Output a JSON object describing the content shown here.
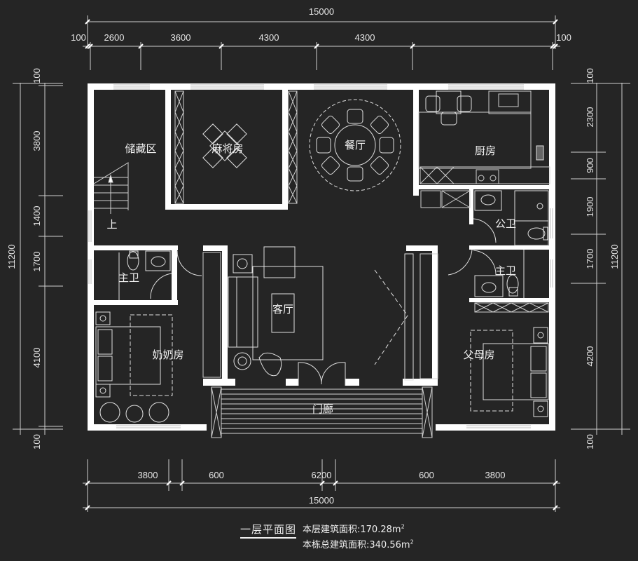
{
  "plan": {
    "title": "一层平面图",
    "floor_area_label": "本层建筑面积:",
    "floor_area_value": "170.28",
    "total_area_label": "本栋总建筑面积:",
    "total_area_value": "340.56",
    "area_unit": "m",
    "area_unit_sup": "2"
  },
  "dimensions": {
    "top_total": "15000",
    "top_segments": [
      "100",
      "2600",
      "3600",
      "4300",
      "4300",
      "100"
    ],
    "bottom_segments": [
      "3800",
      "600",
      "6200",
      "600",
      "3800"
    ],
    "bottom_total": "15000",
    "left_total": "11200",
    "left_segments": [
      "100",
      "3800",
      "1400",
      "1700",
      "4100",
      "100"
    ],
    "right_total": "11200",
    "right_segments": [
      "100",
      "2300",
      "900",
      "1900",
      "1700",
      "4200",
      "100"
    ]
  },
  "rooms": {
    "storage": "储藏区",
    "mahjong": "麻将房",
    "dining": "餐厅",
    "kitchen": "厨房",
    "stair_up": "上",
    "public_bath": "公卫",
    "master_bath_right": "主卫",
    "master_bath_left": "主卫",
    "living": "客厅",
    "grandma_room": "奶奶房",
    "parents_room": "父母房",
    "porch": "门廊"
  },
  "colors": {
    "background": "#252525",
    "wall": "#ffffff",
    "line": "#d8d8d8",
    "text": "#f0f0f0"
  }
}
